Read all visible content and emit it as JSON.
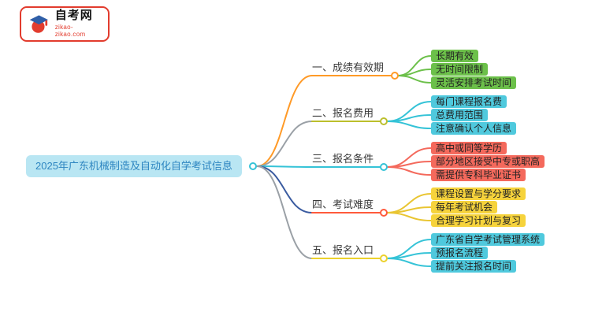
{
  "logo": {
    "site_name": "自考网",
    "site_url": "zikao-zikao.com"
  },
  "mindmap": {
    "central_topic": "2025年广东机械制造及自动化自学考试信息",
    "branches": [
      {
        "label": "一、成绩有效期",
        "line_color": "#ff9a27",
        "leaf_color": "#6cc04a",
        "children": [
          "长期有效",
          "无时间限制",
          "灵活安排考试时间"
        ]
      },
      {
        "label": "二、报名费用",
        "line_color": "#bcbf2c",
        "leaf_color": "#4fc9dd",
        "children": [
          "每门课程报名费",
          "总费用范围",
          "注意确认个人信息"
        ]
      },
      {
        "label": "三、报名条件",
        "line_color": "#35c3d7",
        "leaf_color": "#f4695c",
        "children": [
          "高中或同等学历",
          "部分地区接受中专或职高",
          "需提供专科毕业证书"
        ]
      },
      {
        "label": "四、考试难度",
        "line_color": "#ff5a3c",
        "leaf_color": "#f6d33c",
        "children": [
          "课程设置与学分要求",
          "每年考试机会",
          "合理学习计划与复习"
        ]
      },
      {
        "label": "五、报名入口",
        "line_color": "#ecd12c",
        "leaf_color": "#4fc9dd",
        "children": [
          "广东省自学考试管理系统",
          "预报名流程",
          "提前关注报名时间"
        ]
      }
    ],
    "colors": {
      "central_bg": "#b9e6f3",
      "central_text": "#2e86c1",
      "trunk_link_colors": [
        "#ff9a27",
        "#9aa0a6",
        "#35c3d7",
        "#3a5ba0",
        "#9aa0a6"
      ]
    }
  }
}
